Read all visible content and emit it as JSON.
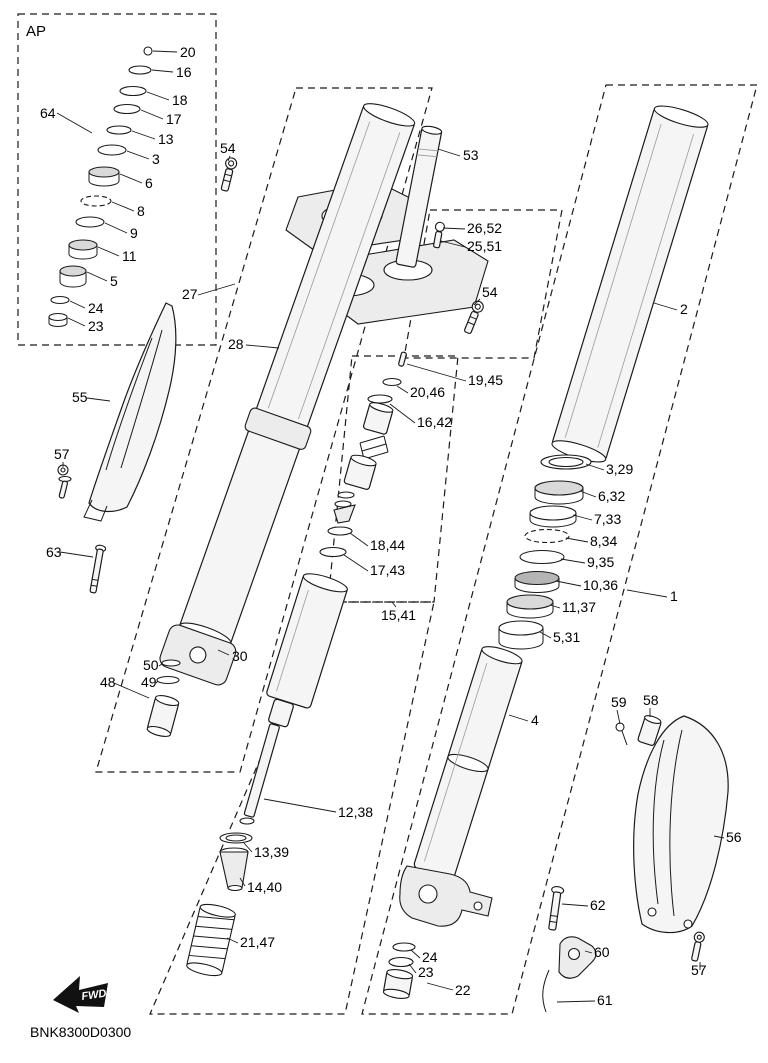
{
  "page": {
    "code": "BNK8300D0300",
    "fwd": "FWD"
  },
  "colors": {
    "line": "#1a1a1a",
    "background": "#ffffff",
    "fill_light": "#f5f5f5",
    "fill_mid": "#d9d9d9"
  },
  "labels": {
    "ap": "AP",
    "s20": "20",
    "s16": "16",
    "s18": "18",
    "s17": "17",
    "s13": "13",
    "s3": "3",
    "s6": "6",
    "s8": "8",
    "s9": "9",
    "s11": "11",
    "s5": "5",
    "s24": "24",
    "s23": "23",
    "s64": "64",
    "b54_top": "54",
    "b53": "53",
    "b2652": "26,52",
    "b2551": "25,51",
    "b54_right": "54",
    "b2": "2",
    "b27": "27",
    "b28": "28",
    "b1945": "19,45",
    "b2046": "20,46",
    "b1642": "16,42",
    "b55": "55",
    "b57_left": "57",
    "b329": "3,29",
    "b632": "6,32",
    "b733": "7,33",
    "b834": "8,34",
    "b935": "9,35",
    "b1036": "10,36",
    "b63": "63",
    "b1844": "18,44",
    "b1743": "17,43",
    "b1137": "11,37",
    "b1541": "15,41",
    "b1": "1",
    "b531": "5,31",
    "b30": "30",
    "b50": "50",
    "b49": "49",
    "b48": "48",
    "b4": "4",
    "b59": "59",
    "b58": "58",
    "b1238": "12,38",
    "b56": "56",
    "b1339": "13,39",
    "b1440": "14,40",
    "b2147": "21,47",
    "b62": "62",
    "b24_bot": "24",
    "b23_bot": "23",
    "b60": "60",
    "b22": "22",
    "b61": "61",
    "b57_bot": "57"
  }
}
